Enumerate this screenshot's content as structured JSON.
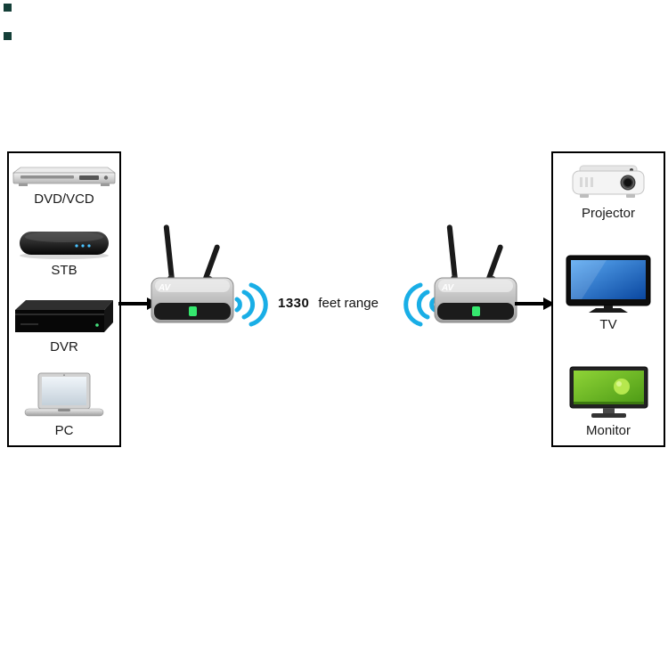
{
  "sources_panel": {
    "items": [
      {
        "label": "DVD/VCD",
        "icon": "dvd-player-icon"
      },
      {
        "label": "STB",
        "icon": "set-top-box-icon"
      },
      {
        "label": "DVR",
        "icon": "dvr-icon"
      },
      {
        "label": "PC",
        "icon": "laptop-icon"
      }
    ]
  },
  "displays_panel": {
    "items": [
      {
        "label": "Projector",
        "icon": "projector-icon"
      },
      {
        "label": "TV",
        "icon": "tv-icon"
      },
      {
        "label": "Monitor",
        "icon": "monitor-icon"
      }
    ]
  },
  "link": {
    "range_value": "1330",
    "range_unit": "feet range"
  },
  "transmitter": {
    "brand_label": "AV",
    "icon": "av-sender-unit-icon"
  },
  "receiver": {
    "brand_label": "AV",
    "icon": "av-sender-unit-icon"
  },
  "colors": {
    "wifi_wave": "#19aee6",
    "arrow": "#000000",
    "panel_border": "#000000",
    "led_display": "#35e86e"
  }
}
